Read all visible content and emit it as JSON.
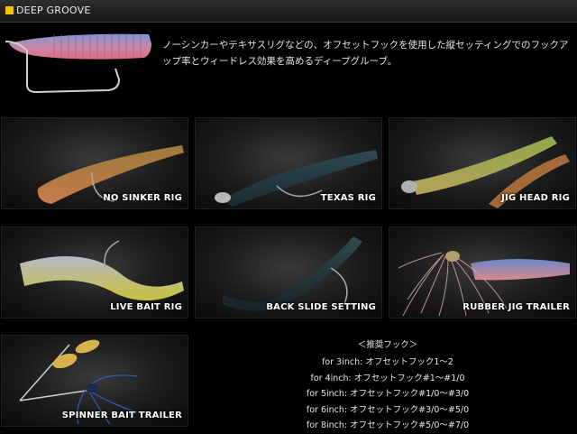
{
  "header": {
    "title": "DEEP GROOVE",
    "accent": "#f2c400"
  },
  "intro_text": "ノーシンカーやテキサスリグなどの、オフセットフックを使用した縦セッティングでのフックアップ率とウィードレス効果を高めるディープグルーブ。",
  "rigs": [
    {
      "label": "NO SINKER RIG",
      "icon": "worm-no-sinker-rig"
    },
    {
      "label": "TEXAS RIG",
      "icon": "worm-texas-rig"
    },
    {
      "label": "JIG HEAD RIG",
      "icon": "worm-jig-head-rig"
    },
    {
      "label": "LIVE BAIT RIG",
      "icon": "worm-live-bait-rig"
    },
    {
      "label": "BACK SLIDE SETTING",
      "icon": "worm-back-slide"
    },
    {
      "label": "RUBBER JIG TRAILER",
      "icon": "worm-rubber-jig"
    },
    {
      "label": "SPINNER BAIT TRAILER",
      "icon": "worm-spinner-bait"
    }
  ],
  "recommended": {
    "title": "＜推奨フック＞",
    "rows": [
      "for 3inch: オフセットフック1～2",
      "for 4inch: オフセットフック#1～#1/0",
      "for 5inch: オフセットフック#1/0～#3/0",
      "for 6inch: オフセットフック#3/0～#5/0",
      "for 8inch: オフセットフック#5/0～#7/0"
    ]
  }
}
